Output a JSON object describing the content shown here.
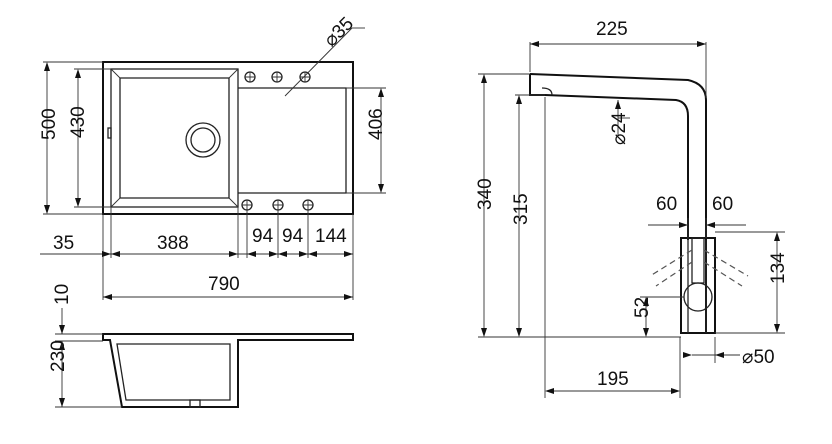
{
  "sink_top_view": {
    "width_500": "500",
    "height_430": "430",
    "diameter_35": "⌀35",
    "height_406": "406",
    "offset_35": "35",
    "bowl_388": "388",
    "hole_94_a": "94",
    "hole_94_b": "94",
    "edge_144": "144",
    "total_790": "790"
  },
  "sink_side_view": {
    "rim_10": "10",
    "depth_230": "230"
  },
  "faucet": {
    "reach_225": "225",
    "diameter_24": "⌀24",
    "height_340": "340",
    "height_315": "315",
    "angle_60_left": "60",
    "angle_60_right": "60",
    "height_134": "134",
    "height_52": "52",
    "base_195": "195",
    "diameter_50": "⌀50"
  }
}
